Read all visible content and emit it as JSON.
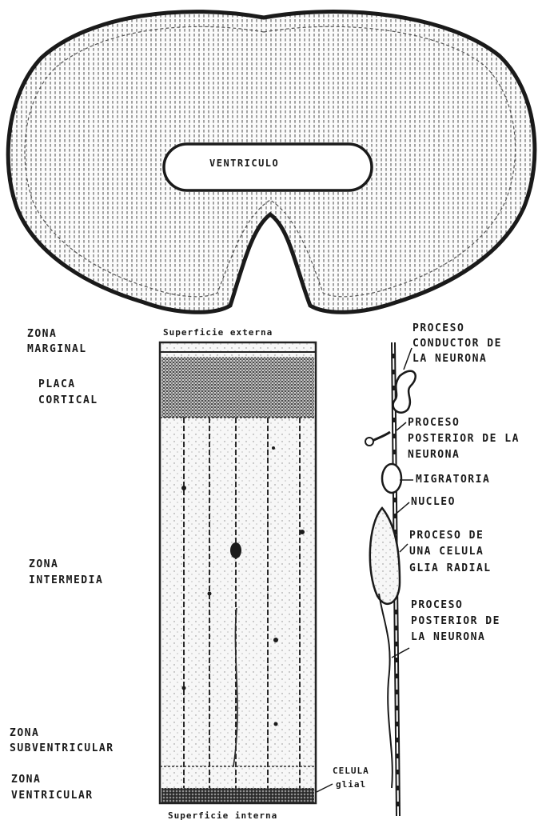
{
  "brain_section": {
    "ventricle_label": "VENTRICULO"
  },
  "column": {
    "top_surface_label": "Superficie externa",
    "bottom_surface_label": "Superficie interna"
  },
  "zones": {
    "marginal": [
      "ZONA",
      "MARGINAL"
    ],
    "cortical_plate": [
      "PLACA",
      "CORTICAL"
    ],
    "intermediate": [
      "ZONA",
      "INTERMEDIA"
    ],
    "subventricular": [
      "ZONA",
      "SUBVENTRICULAR"
    ],
    "ventricular": [
      "ZONA",
      "VENTRICULAR"
    ]
  },
  "neuron_labels": {
    "leading_process": [
      "PROCESO",
      "CONDUCTOR DE",
      "LA NEURONA"
    ],
    "posterior_process_upper": [
      "PROCESO",
      "POSTERIOR DE LA",
      "NEURONA"
    ],
    "migratory": "MIGRATORIA",
    "nucleus": "NUCLEO",
    "radial_glia_process": [
      "PROCESO DE",
      "UNA CELULA",
      "GLIA RADIAL"
    ],
    "posterior_process_lower": [
      "PROCESO",
      "POSTERIOR DE",
      "LA NEURONA"
    ],
    "glial_cell": [
      "CELULA",
      "glial"
    ]
  }
}
